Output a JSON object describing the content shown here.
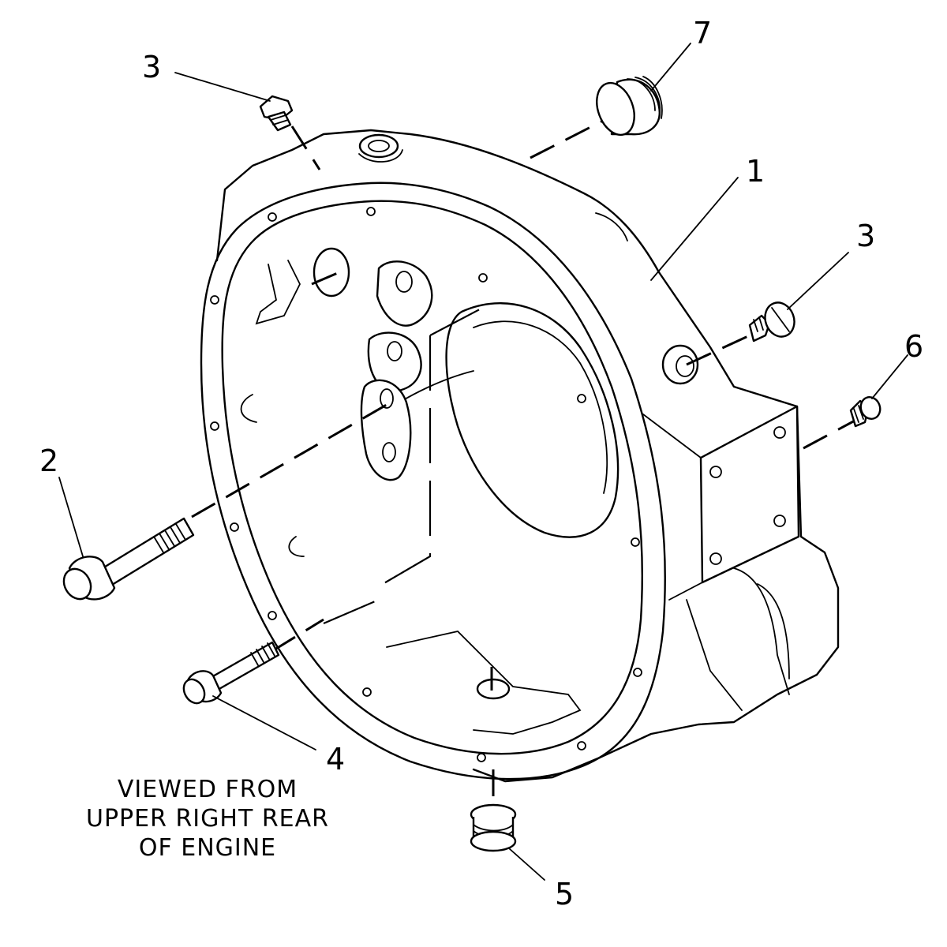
{
  "callouts": {
    "c1": "1",
    "c2": "2",
    "c3_top": "3",
    "c3_right": "3",
    "c4": "4",
    "c5": "5",
    "c6": "6",
    "c7": "7"
  },
  "caption": {
    "line1": "VIEWED FROM",
    "line2": "UPPER RIGHT REAR",
    "line3": "OF ENGINE"
  },
  "parts": [
    {
      "callout": "1",
      "icon": "flywheel-housing"
    },
    {
      "callout": "2",
      "icon": "bolt"
    },
    {
      "callout": "3",
      "icon": "plug"
    },
    {
      "callout": "4",
      "icon": "bolt"
    },
    {
      "callout": "5",
      "icon": "plug"
    },
    {
      "callout": "6",
      "icon": "plug"
    },
    {
      "callout": "7",
      "icon": "plug"
    }
  ]
}
